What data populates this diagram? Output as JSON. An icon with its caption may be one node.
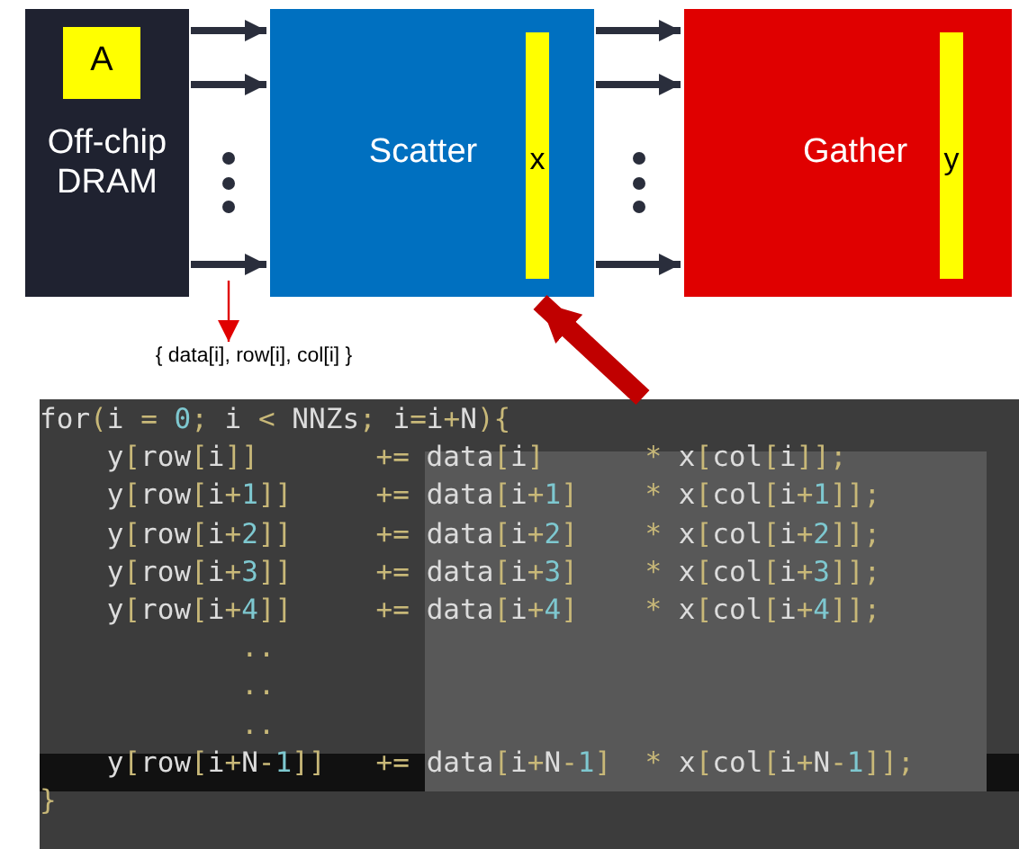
{
  "diagram": {
    "nodes": [
      {
        "text": [
          "Off-chip DRAM"
        ]
      },
      {
        "text": [
          "A"
        ],
        "in": 0
      },
      {
        "text": [
          "Scatter"
        ]
      },
      {
        "text": [
          "x"
        ],
        "in": 2
      },
      {
        "text": [
          "Gather"
        ]
      },
      {
        "text": [
          "y"
        ],
        "in": 4
      },
      {
        "text": [
          "{ data[i], row[i], col[i] }"
        ]
      },
      {
        "text": [
          "for(i = 0; i < NNZs; i=i+N){",
          "    y[row[i]]       += data[i]      * x[col[i]];",
          "    y[row[i+1]]     += data[i+1]    * x[col[i+1]];",
          "    y[row[i+2]]     += data[i+2]    * x[col[i+2]];",
          "    y[row[i+3]]     += data[i+3]    * x[col[i+3]];",
          "    y[row[i+4]]     += data[i+4]    * x[col[i+4]];",
          "            ..",
          "            ..",
          "            ..",
          "    y[row[i+N-1]]   += data[i+N-1]  * x[col[i+N-1]];",
          "}"
        ]
      }
    ],
    "edges": [
      {
        "from": 0,
        "to": 2,
        "arrow": "to"
      },
      {
        "from": 0,
        "to": 2,
        "arrow": "to"
      },
      {
        "from": 0,
        "to": 2,
        "arrow": "to"
      },
      {
        "from": 2,
        "to": 4,
        "arrow": "to"
      },
      {
        "from": 2,
        "to": 4,
        "arrow": "to"
      },
      {
        "from": 2,
        "to": 4,
        "arrow": "to"
      },
      {
        "from": null,
        "to": 6,
        "arrow": "to",
        "color": "#e00000"
      },
      {
        "from": 7,
        "to": 2,
        "arrow": "to",
        "style": "thick",
        "color": "#c00000"
      }
    ]
  }
}
